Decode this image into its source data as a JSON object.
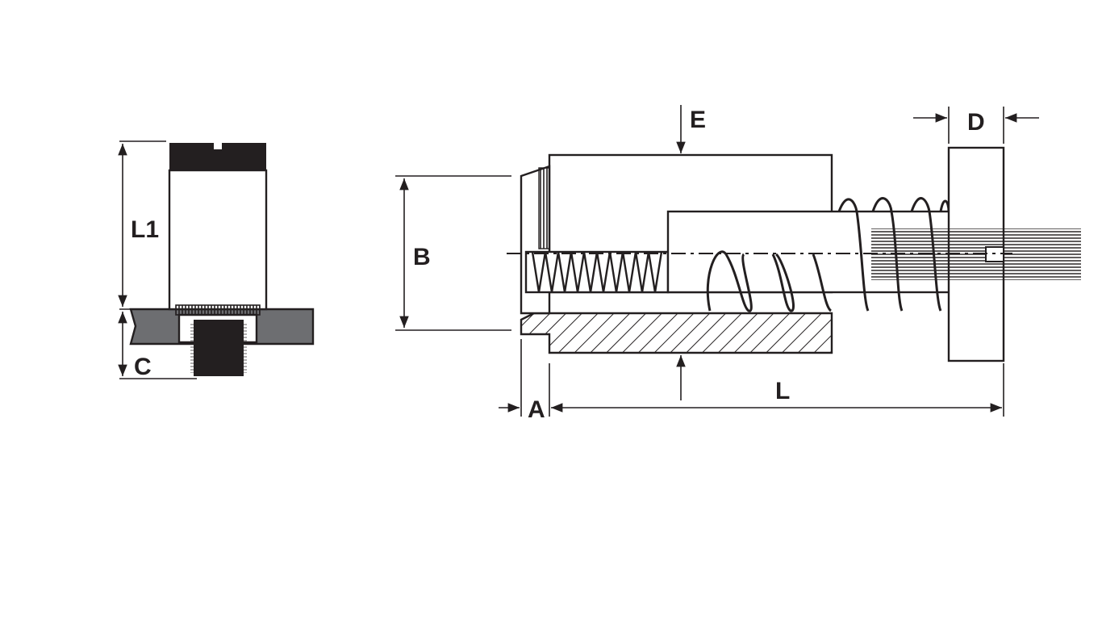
{
  "labels": {
    "L1": "L1",
    "C": "C",
    "B": "B",
    "E": "E",
    "D": "D",
    "A": "A",
    "L": "L"
  },
  "colors": {
    "ink": "#231f20",
    "panel_fill": "#6d6e71",
    "background": "#ffffff"
  }
}
